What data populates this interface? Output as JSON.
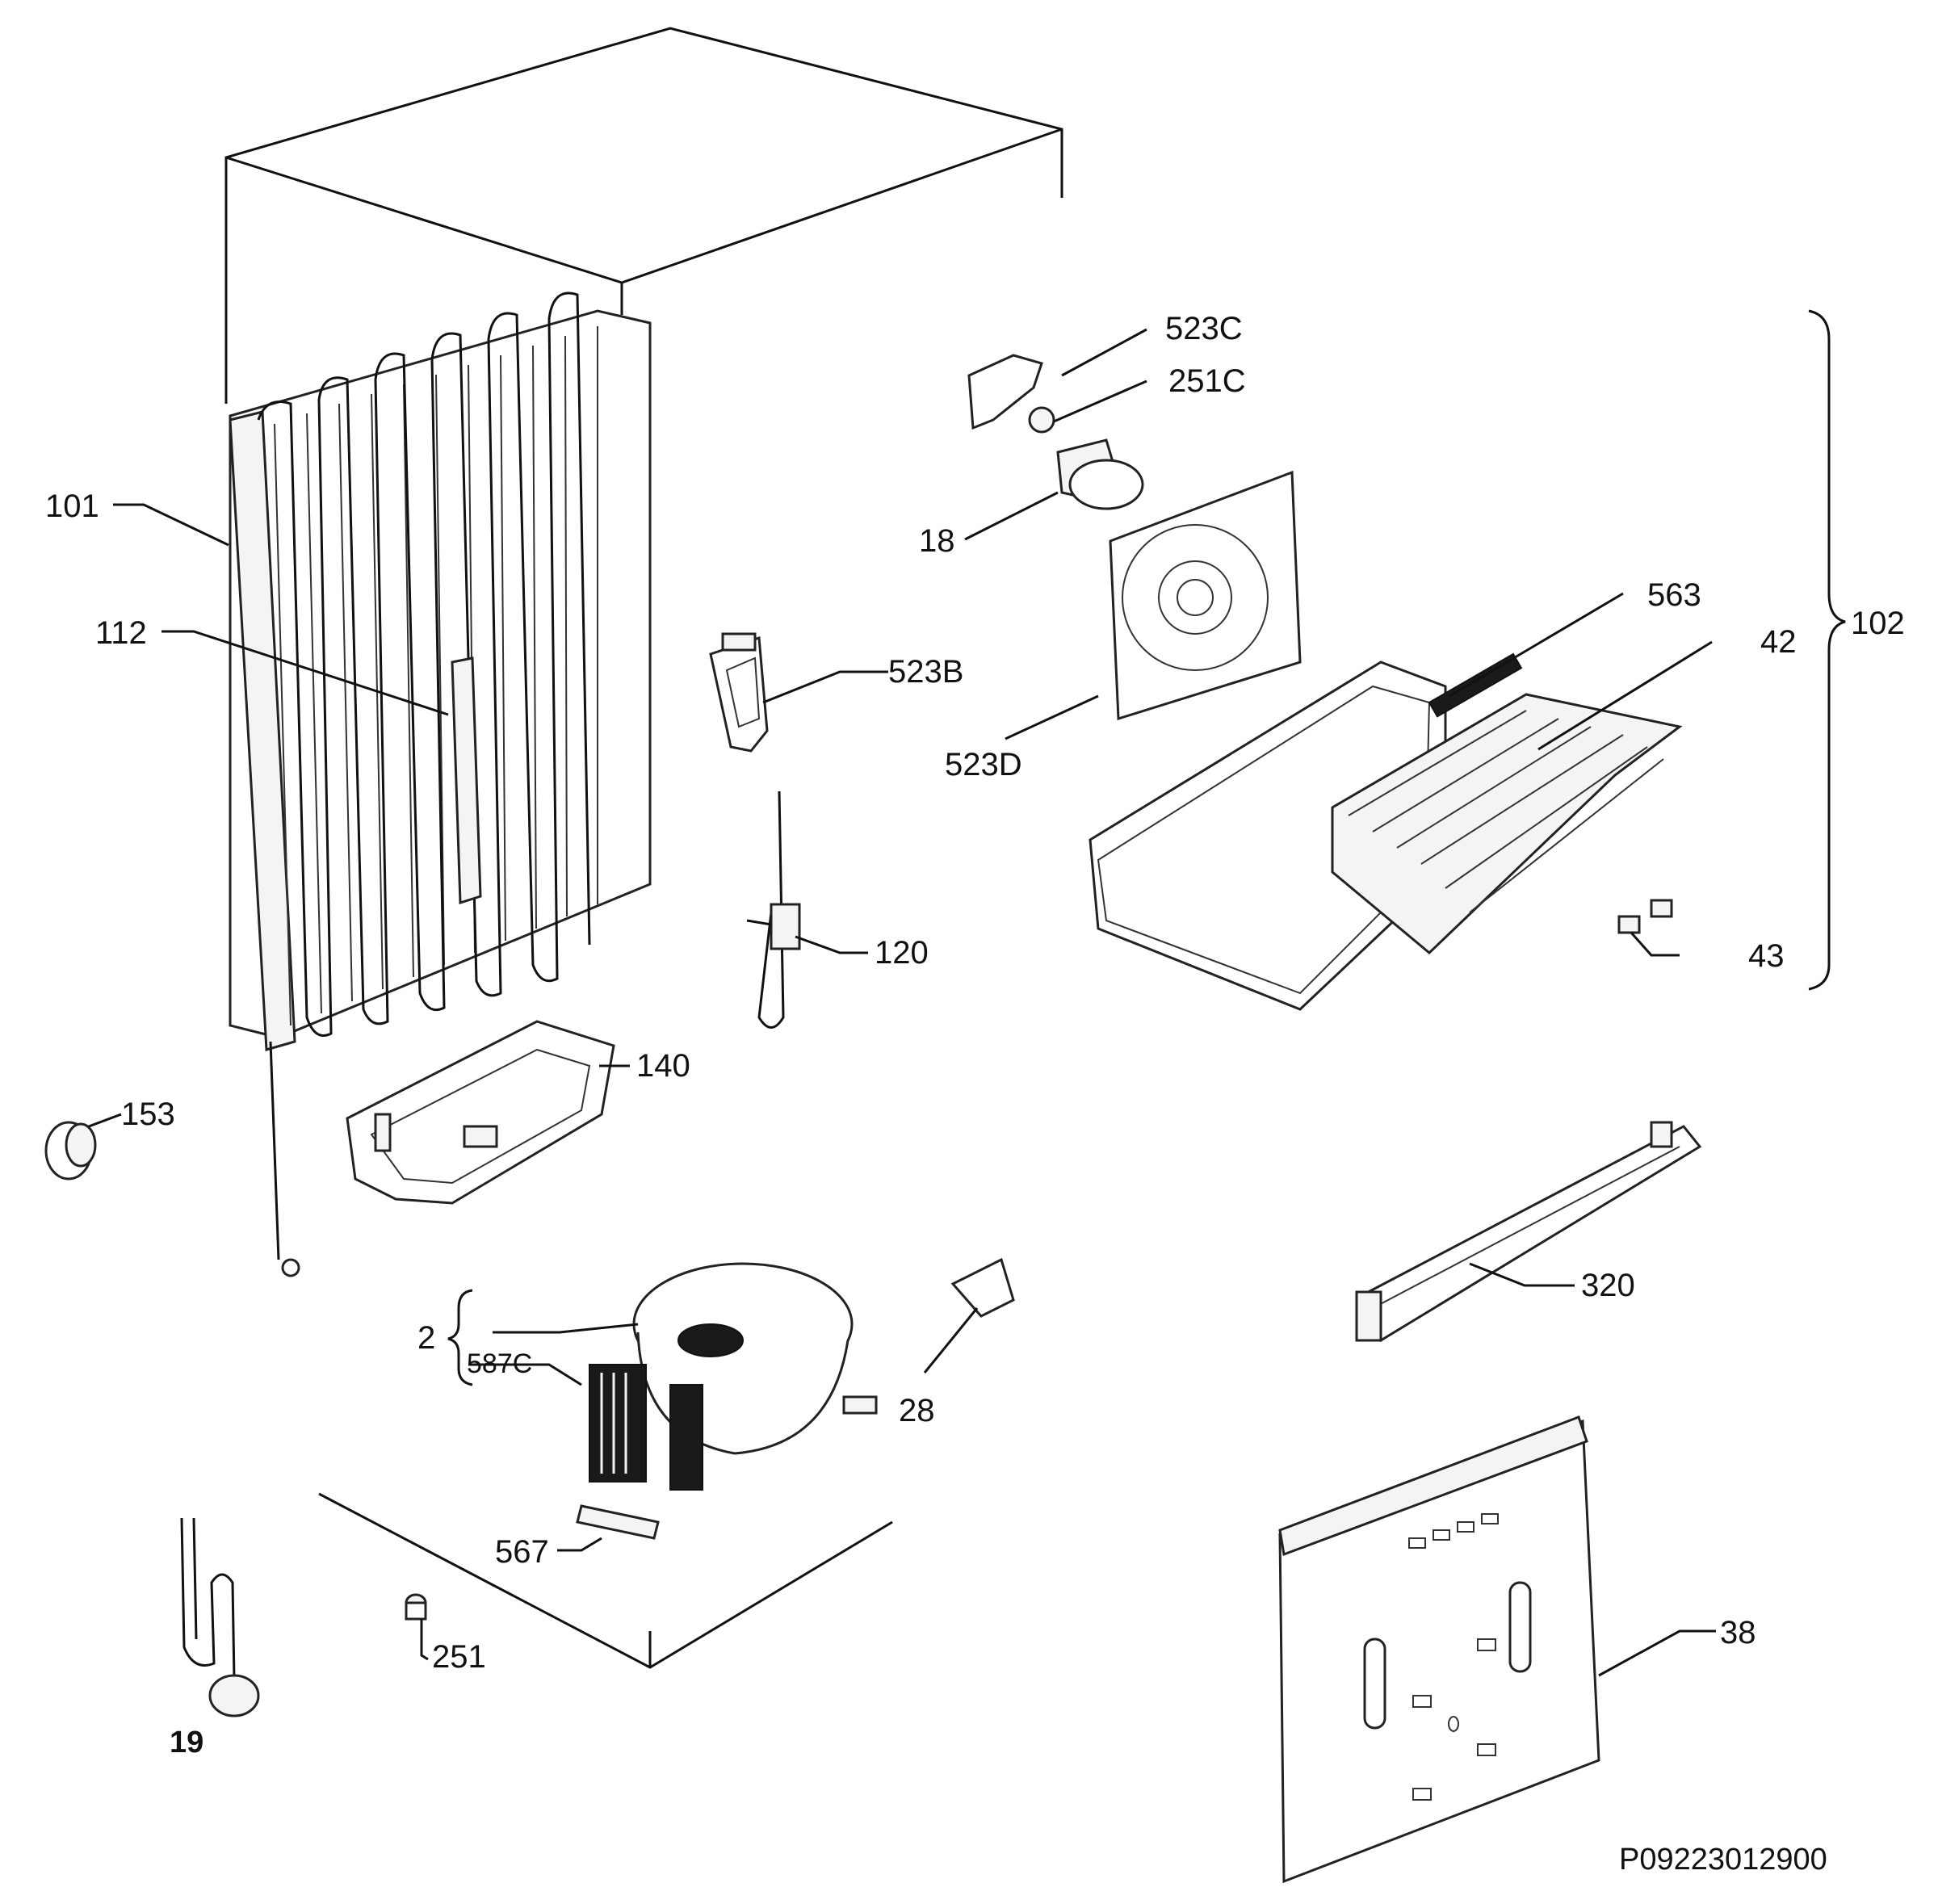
{
  "diagram": {
    "reference_code": "P09223012900",
    "labels": {
      "l101": "101",
      "l112": "112",
      "l153": "153",
      "l140": "140",
      "l120": "120",
      "l523b": "523B",
      "l523c": "523C",
      "l251c": "251C",
      "l18": "18",
      "l523d": "523D",
      "l563": "563",
      "l42": "42",
      "l102": "102",
      "l43": "43",
      "l320": "320",
      "l2": "2",
      "l587c": "587C",
      "l28": "28",
      "l567": "567",
      "l251": "251",
      "l19": "19",
      "l38": "38"
    }
  }
}
